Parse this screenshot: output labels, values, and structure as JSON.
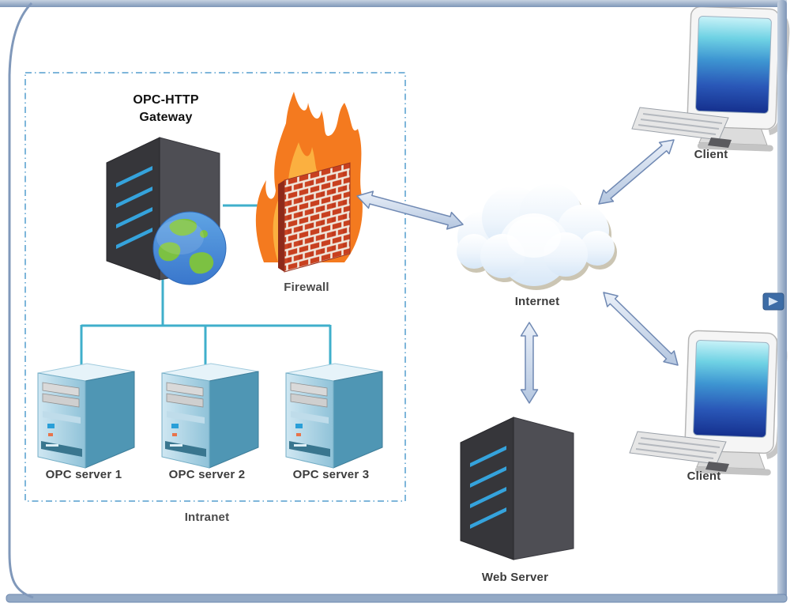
{
  "diagram": {
    "type": "network-architecture",
    "intranet": {
      "label": "Intranet",
      "gateway_label": "OPC-HTTP Gateway",
      "firewall_label": "Firewall",
      "opc_servers": [
        {
          "label": "OPC server 1"
        },
        {
          "label": "OPC server 2"
        },
        {
          "label": "OPC server 3"
        }
      ]
    },
    "internet_label": "Internet",
    "web_server_label": "Web Server",
    "clients": [
      {
        "label": "Client"
      },
      {
        "label": "Client"
      }
    ],
    "connections": [
      {
        "from": "OPC server 1",
        "to": "OPC-HTTP Gateway",
        "style": "line"
      },
      {
        "from": "OPC server 2",
        "to": "OPC-HTTP Gateway",
        "style": "line"
      },
      {
        "from": "OPC server 3",
        "to": "OPC-HTTP Gateway",
        "style": "line"
      },
      {
        "from": "OPC-HTTP Gateway",
        "to": "Firewall",
        "style": "line"
      },
      {
        "from": "Firewall",
        "to": "Internet",
        "style": "double-arrow"
      },
      {
        "from": "Internet",
        "to": "Client (top)",
        "style": "double-arrow"
      },
      {
        "from": "Internet",
        "to": "Client (bottom)",
        "style": "double-arrow"
      },
      {
        "from": "Internet",
        "to": "Web Server",
        "style": "double-arrow"
      }
    ],
    "colors": {
      "connector_teal": "#3fafcb",
      "dashed_boundary": "#7eb6da",
      "frame_blue": "#8ea6c4",
      "arrow_fill": "#ccd9ec",
      "arrow_outline": "#7089b3",
      "flame_orange": "#f47a1f",
      "brick_red": "#c8401f"
    }
  }
}
